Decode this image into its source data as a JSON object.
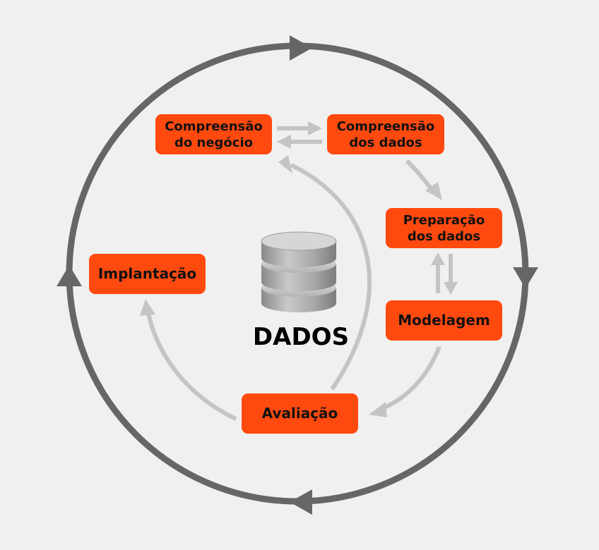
{
  "diagram": {
    "center_label": "DADOS",
    "phases": {
      "business_understanding": "Compreensão\ndo negócio",
      "data_understanding": "Compreensão\ndos dados",
      "data_preparation": "Preparação\ndos dados",
      "modeling": "Modelagem",
      "evaluation": "Avaliação",
      "deployment": "Implantação"
    },
    "colors": {
      "phase_fill": "#ff4a0f",
      "outer_cycle": "#666666",
      "inner_arrows": "#c4c4c4",
      "background": "#f0f0f0"
    },
    "icons": {
      "center": "database-icon"
    }
  }
}
